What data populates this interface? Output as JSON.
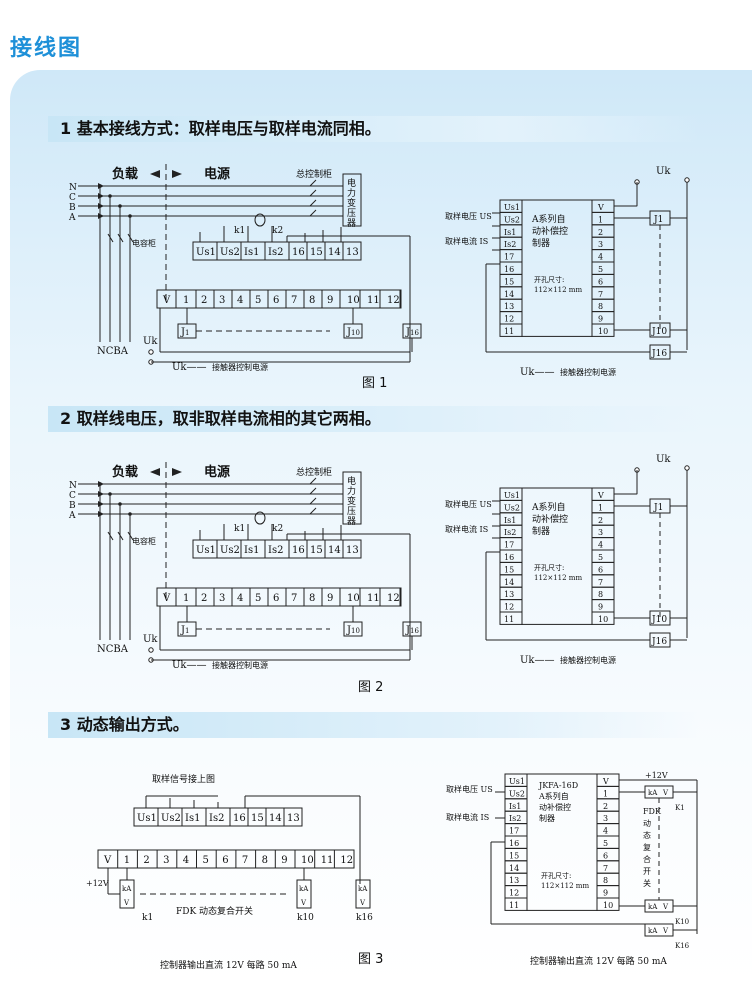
{
  "page_title": "接线图",
  "sections": [
    {
      "heading": "1 基本接线方式：取样电压与取样电流同相。",
      "figure": "图 1"
    },
    {
      "heading": "2 取样线电压，取非取样电流相的其它两相。",
      "figure": "图 2"
    },
    {
      "heading": "3 动态输出方式。",
      "figure": "图 3"
    }
  ],
  "labels": {
    "load": "负载",
    "power": "电源",
    "main_cabinet": "总控制柜",
    "transformer": [
      "电",
      "力",
      "变",
      "压",
      "器"
    ],
    "capacitor_cabinet": "电容柜",
    "phases": [
      "N",
      "C",
      "B",
      "A"
    ],
    "phases_bottom": "NCBA",
    "k1": "k1",
    "k2": "k2",
    "uk": "Uk",
    "uk_note": "接触器控制电源",
    "sample_voltage": "取样电压 US",
    "sample_current": "取样电流 IS",
    "controller_name": [
      "A系列自",
      "动补偿控",
      "制器"
    ],
    "hole_size": [
      "开孔尺寸:",
      "112×112 mm"
    ],
    "terminal_top": [
      "Us1",
      "Us2",
      "Is1",
      "Is2",
      "16",
      "15",
      "14",
      "13"
    ],
    "terminal_out": [
      "V",
      "1",
      "2",
      "3",
      "4",
      "5",
      "6",
      "7",
      "8",
      "9",
      "10",
      "11",
      "12"
    ],
    "left_col": [
      "Us1",
      "Us2",
      "Is1",
      "Is2",
      "17",
      "16",
      "15",
      "14",
      "13",
      "12",
      "11"
    ],
    "right_col": [
      "V",
      "1",
      "2",
      "3",
      "4",
      "5",
      "6",
      "7",
      "8",
      "9",
      "10"
    ],
    "relays": [
      "J1",
      "J10",
      "J16"
    ],
    "fig3_sample_note": "取样信号接上图",
    "fig3_plus12": "+12V",
    "fig3_kv": [
      "kA",
      "V"
    ],
    "fig3_k": [
      "k1",
      "k10",
      "k16"
    ],
    "fig3_fdk": "FDK 动态复合开关",
    "fig3_output_note": "控制器输出直流 12V 每路 50 mA",
    "fig3_controller": [
      "JKFA-16D",
      "A系列自",
      "动补偿控",
      "制器"
    ],
    "fig3_fdk_vertical": [
      "FDK",
      "动",
      "态",
      "复",
      "合",
      "开",
      "关"
    ],
    "fig3_K": [
      "K1",
      "K10",
      "K16"
    ]
  }
}
